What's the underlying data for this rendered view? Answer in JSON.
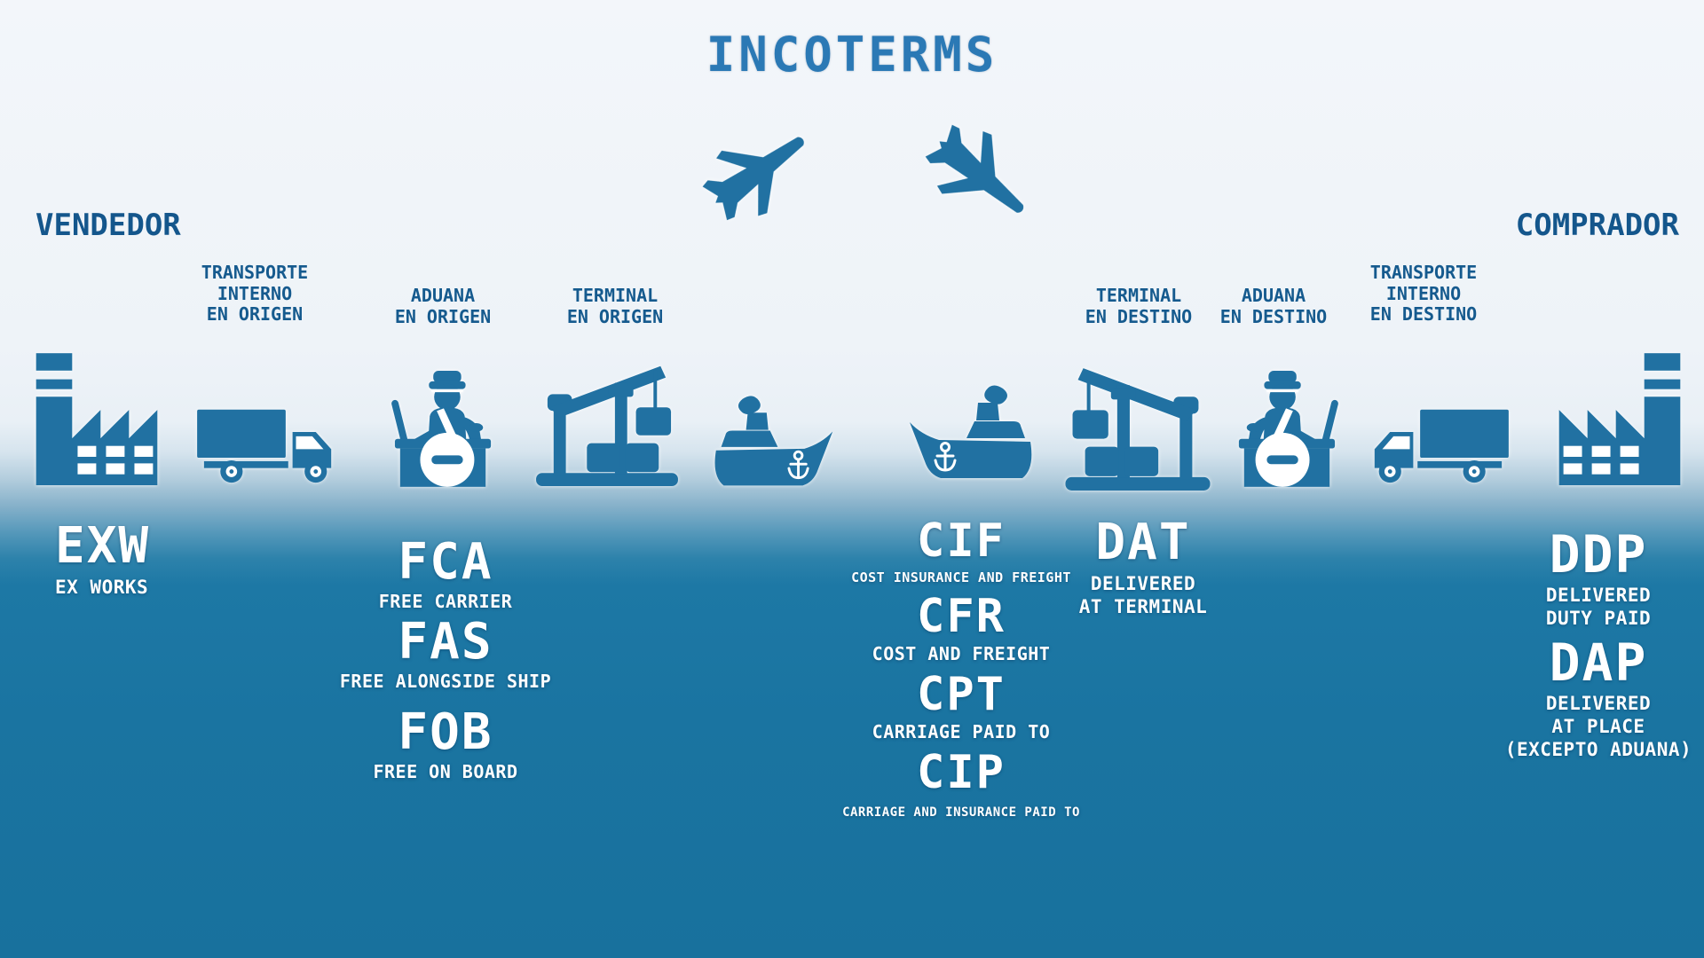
{
  "title": "INCOTERMS",
  "parties": {
    "vendedor": "VENDEDOR",
    "comprador": "COMPRADOR"
  },
  "stages": {
    "origen": [
      {
        "label": "TRANSPORTE\nINTERNO\nEN ORIGEN"
      },
      {
        "label": "ADUANA\nEN ORIGEN"
      },
      {
        "label": "TERMINAL\nEN ORIGEN"
      }
    ],
    "destino": [
      {
        "label": "TERMINAL\nEN DESTINO"
      },
      {
        "label": "ADUANA\nEN DESTINO"
      },
      {
        "label": "TRANSPORTE\nINTERNO\nEN DESTINO"
      }
    ]
  },
  "terms": {
    "exw": {
      "code": "EXW",
      "name": "EX WORKS"
    },
    "fca": {
      "code": "FCA",
      "name": "FREE CARRIER"
    },
    "fas": {
      "code": "FAS",
      "name": "FREE ALONGSIDE SHIP"
    },
    "fob": {
      "code": "FOB",
      "name": "FREE ON BOARD"
    },
    "cif": {
      "code": "CIF",
      "name": "COST INSURANCE AND FREIGHT"
    },
    "cfr": {
      "code": "CFR",
      "name": "COST AND FREIGHT"
    },
    "cpt": {
      "code": "CPT",
      "name": "CARRIAGE PAID TO"
    },
    "cip": {
      "code": "CIP",
      "name": "CARRIAGE AND INSURANCE PAID TO"
    },
    "dat": {
      "code": "DAT",
      "name": "DELIVERED\nAT TERMINAL"
    },
    "ddp": {
      "code": "DDP",
      "name": "DELIVERED\nDUTY PAID"
    },
    "dap": {
      "code": "DAP",
      "name": "DELIVERED\nAT PLACE\n(EXCEPTO ADUANA)"
    }
  },
  "icons": {
    "air_origin": "airplane-takeoff-icon",
    "air_destination": "airplane-landing-icon",
    "seller_site": "factory-icon",
    "origin_inland_transport": "truck-icon",
    "origin_customs": "customs-officer-icon",
    "origin_terminal": "port-crane-icon",
    "origin_vessel": "cargo-ship-icon",
    "destination_vessel": "cargo-ship-icon",
    "destination_terminal": "port-crane-icon",
    "destination_customs": "customs-officer-icon",
    "destination_inland_transport": "truck-icon",
    "buyer_site": "factory-icon"
  },
  "colors": {
    "background_top": "#eef3f8",
    "water": "#1a74a1",
    "icon_blue": "#2171a2",
    "title_blue": "#2b79b5",
    "label_dark_blue": "#14568c",
    "text_white": "#ffffff"
  }
}
